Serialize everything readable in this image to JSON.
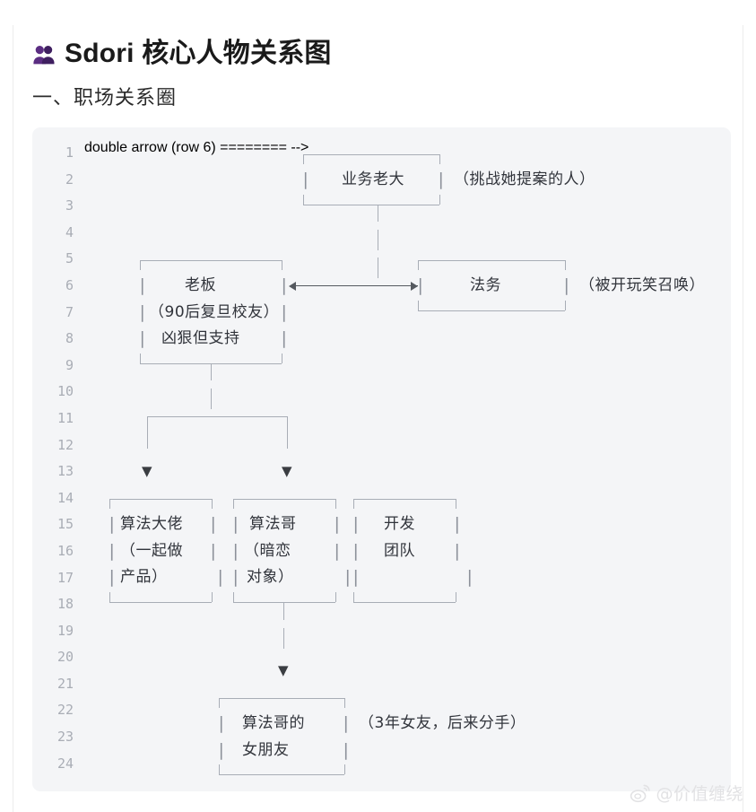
{
  "page": {
    "title": "Sdori 核心人物关系图",
    "title_icon": "people-icon",
    "subtitle": "一、职场关系圈"
  },
  "code_block": {
    "line_numbers": [
      "1",
      "2",
      "3",
      "4",
      "5",
      "6",
      "7",
      "8",
      "9",
      "10",
      "11",
      "12",
      "13",
      "14",
      "15",
      "16",
      "17",
      "18",
      "19",
      "20",
      "21",
      "22",
      "23",
      "24"
    ],
    "total_lines": 24
  },
  "diagram": {
    "type": "ascii-org-chart",
    "nodes": [
      {
        "id": "business-lead",
        "label": "业务老大",
        "note": "（挑战她提案的人）",
        "lines": [
          "业务老大"
        ]
      },
      {
        "id": "boss",
        "label": "老板",
        "note": "",
        "lines": [
          "老板",
          "（90后复旦校友）",
          "凶狠但支持"
        ]
      },
      {
        "id": "legal",
        "label": "法务",
        "note": "（被开玩笑召唤）",
        "lines": [
          "法务"
        ]
      },
      {
        "id": "algo-master",
        "label": "算法大佬",
        "note": "",
        "lines": [
          "算法大佬",
          "（一起做",
          "产品）"
        ]
      },
      {
        "id": "algo-bro",
        "label": "算法哥",
        "note": "",
        "lines": [
          "算法哥",
          "（暗恋",
          "对象）"
        ]
      },
      {
        "id": "dev-team",
        "label": "开发团队",
        "note": "",
        "lines": [
          "开发",
          "团队"
        ]
      },
      {
        "id": "algo-bro-girlfriend",
        "label": "算法哥的女朋友",
        "note": "（3年女友，后来分手）",
        "lines": [
          "算法哥的",
          "女朋友"
        ]
      }
    ],
    "edges": [
      {
        "from": "business-lead",
        "to": "boss-legal-link",
        "style": "vertical"
      },
      {
        "from": "boss",
        "to": "legal",
        "style": "double-arrow"
      },
      {
        "from": "boss",
        "to": "algo-master",
        "style": "tree-down-arrow"
      },
      {
        "from": "boss",
        "to": "algo-bro",
        "style": "tree-down-arrow"
      },
      {
        "from": "algo-bro",
        "to": "algo-bro-girlfriend",
        "style": "down-arrow"
      }
    ],
    "glyphs": {
      "pipe": "|",
      "triangle_down": "▼"
    },
    "node_text": {
      "business_lead": "业务老大",
      "business_lead_note": "（挑战她提案的人）",
      "boss_l1": "老板",
      "boss_l2": "（90后复旦校友）",
      "boss_l3": "凶狠但支持",
      "legal": "法务",
      "legal_note": "（被开玩笑召唤）",
      "algo_master_l1": "算法大佬",
      "algo_master_l2": "（一起做",
      "algo_master_l3": "产品）",
      "algo_bro_l1": "算法哥",
      "algo_bro_l2": "（暗恋",
      "algo_bro_l3": "对象）",
      "dev_l1": "开发",
      "dev_l2": "团队",
      "gf_l1": "算法哥的",
      "gf_l2": "女朋友",
      "gf_note": "（3年女友，后来分手）"
    }
  },
  "watermark": {
    "handle": "@价值缠绕",
    "logo": "weibo-icon"
  },
  "colors": {
    "accent": "#5b2d82",
    "code_bg": "#f4f5f7",
    "box_line": "#a8adb6",
    "text": "#31343b",
    "gutter": "#a9adb5"
  }
}
